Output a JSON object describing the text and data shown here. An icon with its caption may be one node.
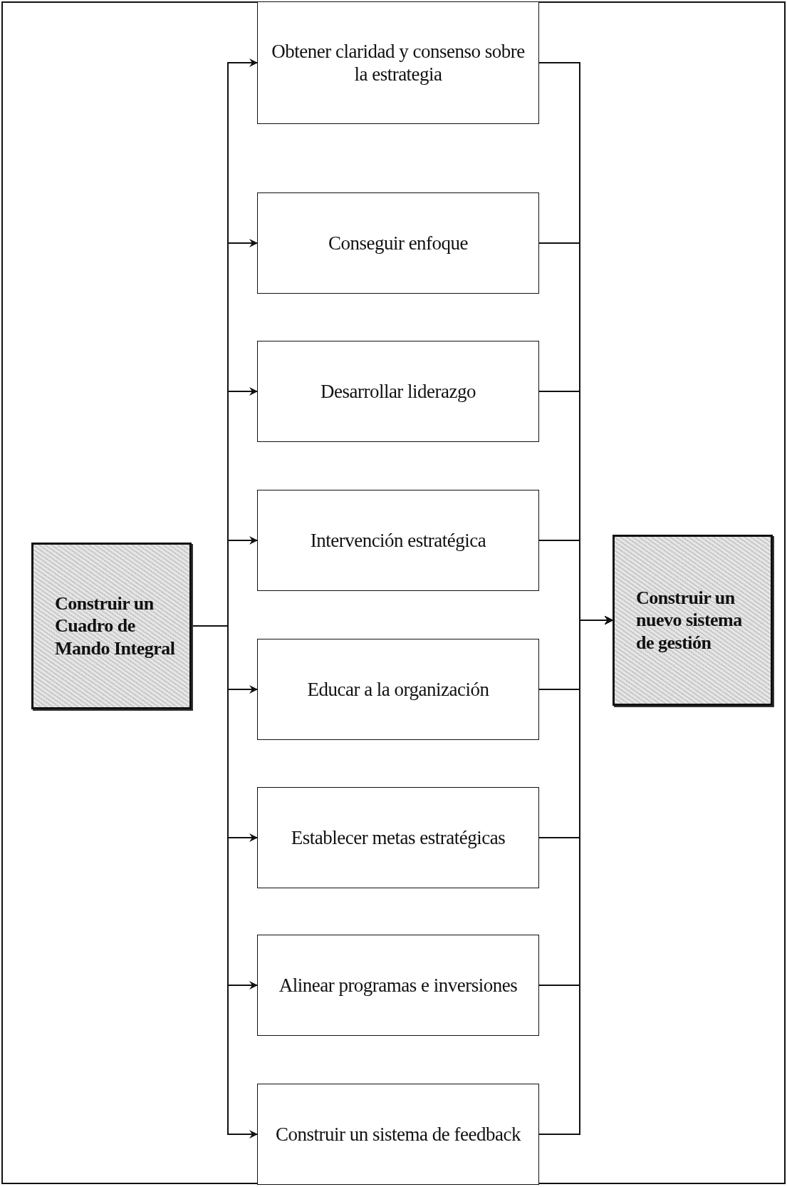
{
  "diagram": {
    "nodes": [
      {
        "text": [
          "Construir un Cuadro de Mando Integral"
        ]
      },
      {
        "text": [
          "Obtener claridad y consenso sobre la estrategia"
        ]
      },
      {
        "text": [
          "Conseguir enfoque"
        ]
      },
      {
        "text": [
          "Desarrollar liderazgo"
        ]
      },
      {
        "text": [
          "Intervención estratégica"
        ]
      },
      {
        "text": [
          "Educar a la organización"
        ]
      },
      {
        "text": [
          "Establecer metas estratégicas"
        ]
      },
      {
        "text": [
          "Alinear programas e inversiones"
        ]
      },
      {
        "text": [
          "Construir un sistema de feedback"
        ]
      },
      {
        "text": [
          "Construir un nuevo sistema de gestión"
        ]
      }
    ],
    "edges": [
      {
        "from": 0,
        "to": 1,
        "arrow": "to"
      },
      {
        "from": 0,
        "to": 2,
        "arrow": "to"
      },
      {
        "from": 0,
        "to": 3,
        "arrow": "to"
      },
      {
        "from": 0,
        "to": 4,
        "arrow": "to"
      },
      {
        "from": 0,
        "to": 5,
        "arrow": "to"
      },
      {
        "from": 0,
        "to": 6,
        "arrow": "to"
      },
      {
        "from": 0,
        "to": 7,
        "arrow": "to"
      },
      {
        "from": 0,
        "to": 8,
        "arrow": "to"
      },
      {
        "from": 1,
        "to": 9,
        "arrow": "to"
      },
      {
        "from": 2,
        "to": 9,
        "arrow": "to"
      },
      {
        "from": 3,
        "to": 9,
        "arrow": "to"
      },
      {
        "from": 4,
        "to": 9,
        "arrow": "to"
      },
      {
        "from": 5,
        "to": 9,
        "arrow": "to"
      },
      {
        "from": 6,
        "to": 9,
        "arrow": "to"
      },
      {
        "from": 7,
        "to": 9,
        "arrow": "to"
      },
      {
        "from": 8,
        "to": 9,
        "arrow": "to"
      }
    ]
  }
}
